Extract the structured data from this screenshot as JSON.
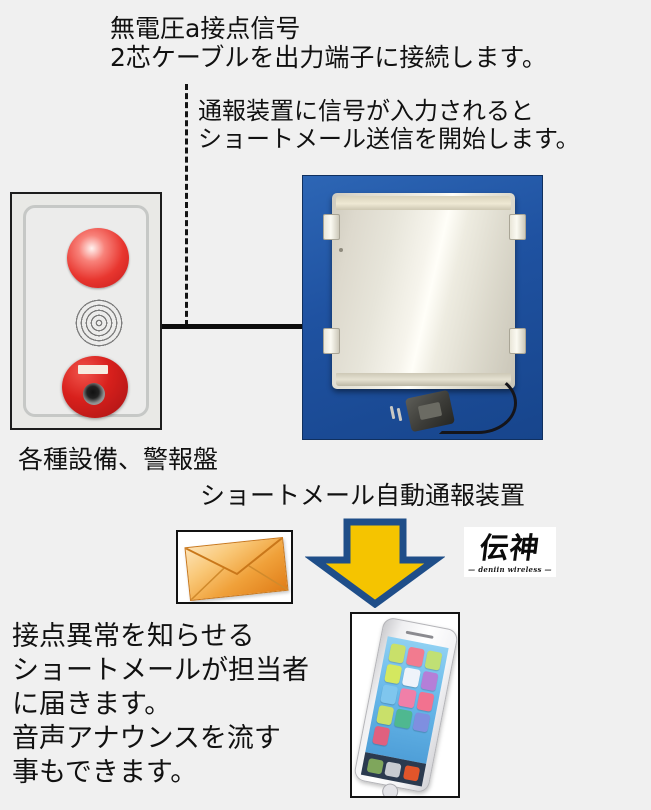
{
  "background_color": "#f0f0f0",
  "headlines": {
    "top": "無電圧a接点信号\n2芯ケーブルを出力端子に接続します。",
    "second": "通報装置に信号が入力されると\nショートメール送信を開始します。"
  },
  "captions": {
    "alarm_panel": "各種設備、警報盤",
    "device": "ショートメール自動通報装置"
  },
  "bottom_text": "接点異常を知らせる\nショートメールが担当者\nに届きます。\n音声アナウンスを流す\n事もできます。",
  "logo": {
    "mark": "伝神",
    "subtitle": "— deniin wireless —"
  },
  "icons": {
    "envelope": "envelope-icon",
    "arrow": "down-arrow-icon",
    "smartphone": "smartphone-icon",
    "alarm_lamp": "alarm-lamp-icon",
    "alarm_speaker": "speaker-grille-icon",
    "alarm_button": "emergency-button-icon"
  },
  "colors": {
    "arrow_fill": "#f5c400",
    "arrow_outline": "#1f4e89",
    "envelope_fill": "#f0a13a",
    "device_background_blue": "#1f52a1",
    "alarm_red": "#d8201c",
    "line_black": "#0d0d0d",
    "phone_screen_blue": "#69b9ea"
  },
  "phone": {
    "app_icons": [
      "#c9e06a",
      "#f27b8f",
      "#c0e074",
      "#d4e85f",
      "#eef3fa",
      "#b57fd8",
      "#7fc6ee",
      "#f07fa8",
      "#f2728f",
      "#c9e06a",
      "#4fb890",
      "#7f8fe0",
      "#e0607f",
      "",
      ""
    ],
    "dock_icons": [
      "#7fa65c",
      "#c8ccd2",
      "#e2552a"
    ]
  }
}
